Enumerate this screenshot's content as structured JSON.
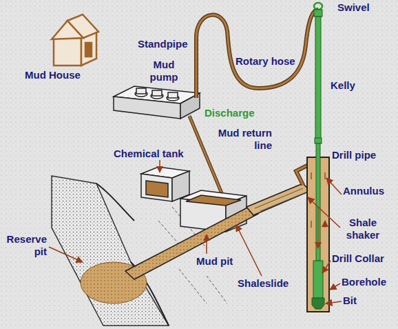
{
  "diagram": {
    "labels": [
      "Swivel",
      "Standpipe",
      "Mud pump",
      "Rotary hose",
      "Kelly",
      "Mud House",
      "Discharge",
      "Mud return line",
      "Chemical tank",
      "Drill pipe",
      "Annulus",
      "Shale shaker",
      "Reserve pit",
      "Mud pit",
      "Drill Collar",
      "Borehole",
      "Shaleslide",
      "Bit"
    ]
  }
}
